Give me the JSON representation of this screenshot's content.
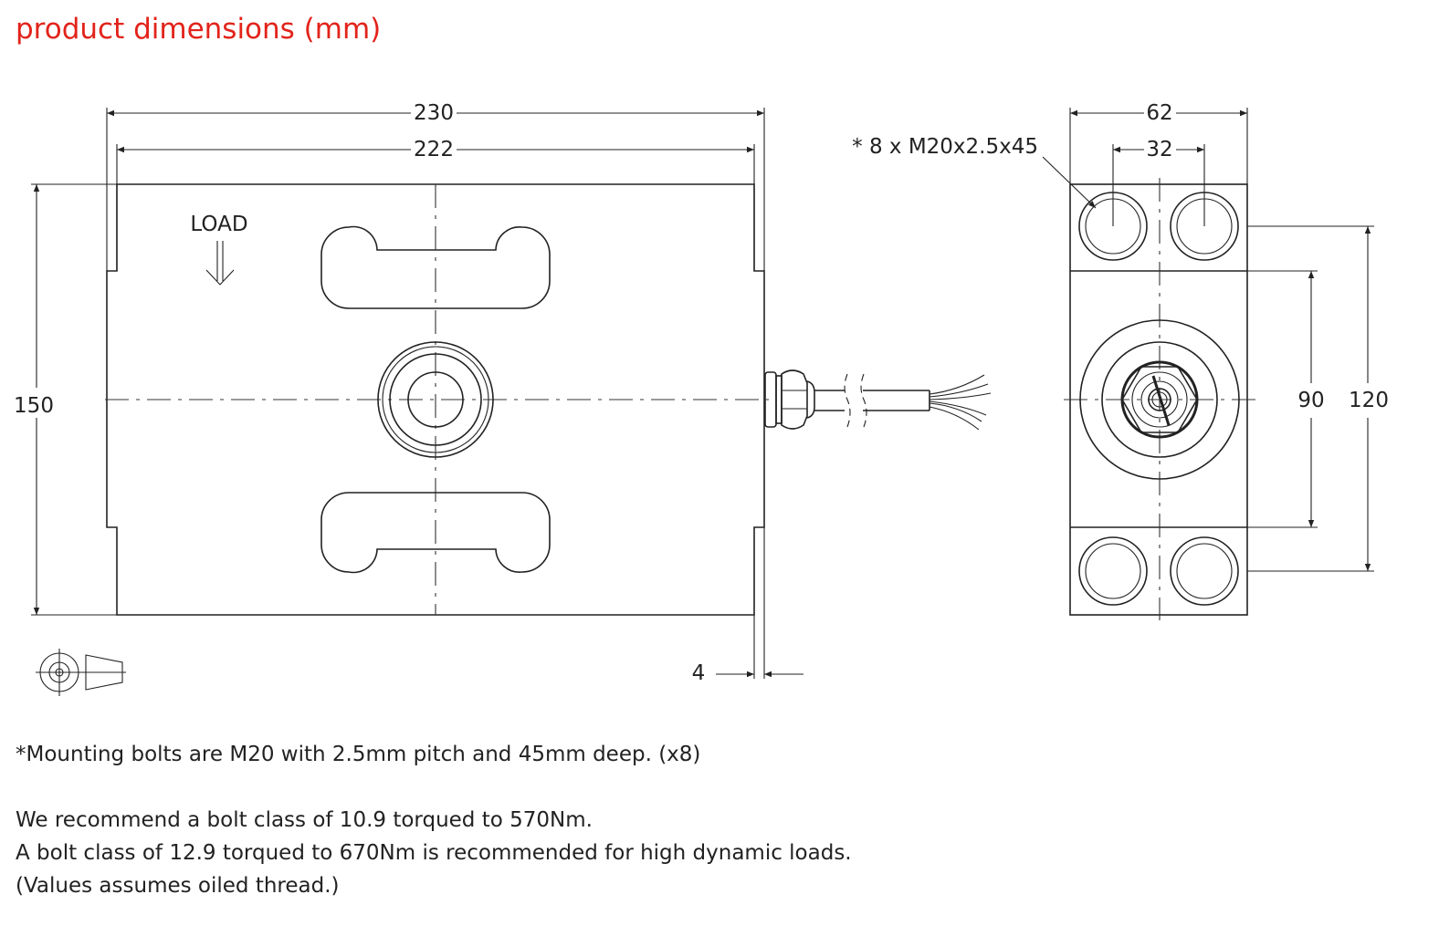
{
  "title": "product dimensions (mm)",
  "front_view": {
    "dim_overall_length": "230",
    "dim_body_length": "222",
    "dim_height": "150",
    "dim_step": "4",
    "load_label": "LOAD"
  },
  "side_view": {
    "dim_width": "62",
    "dim_hole_spacing": "32",
    "dim_inner_height": "90",
    "dim_hole_height": "120",
    "bolt_callout": "* 8 x M20x2.5x45"
  },
  "notes": [
    "*Mounting bolts are M20 with 2.5mm pitch and 45mm deep. (x8)",
    "We recommend a bolt class of 10.9 torqued to 570Nm.",
    "A bolt class of 12.9 torqued to 670Nm is recommended for high dynamic loads.",
    "(Values assumes oiled thread.)"
  ],
  "colors": {
    "title": "#e2231a",
    "line": "#222222"
  }
}
